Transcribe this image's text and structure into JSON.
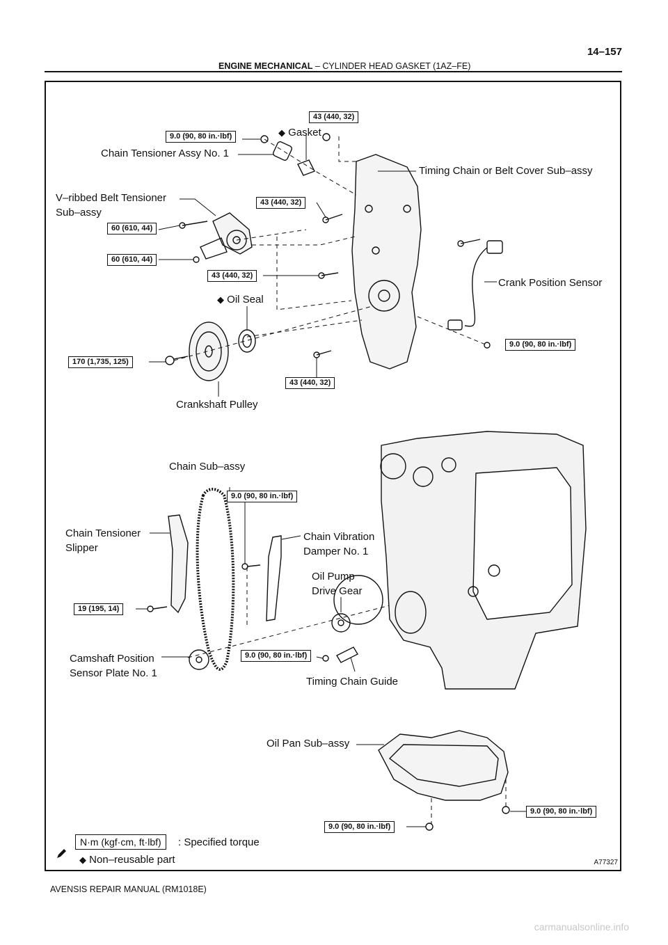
{
  "header": {
    "section": "ENGINE MECHANICAL",
    "separator": "–",
    "subsection": "CYLINDER HEAD GASKET (1AZ–FE)",
    "page_number": "14–157"
  },
  "footer": {
    "manual": "AVENSIS REPAIR MANUAL   (RM1018E)"
  },
  "watermark": "carmanualsonline.info",
  "figure_id": "A77327",
  "labels": {
    "chain_tensioner_assy": "Chain Tensioner Assy No. 1",
    "gasket": "Gasket",
    "timing_cover": "Timing Chain or Belt Cover Sub–assy",
    "vribbed_1": "V–ribbed Belt Tensioner",
    "vribbed_2": "Sub–assy",
    "crank_sensor": "Crank Position Sensor",
    "oil_seal": "Oil Seal",
    "crank_pulley": "Crankshaft Pulley",
    "chain_subassy": "Chain Sub–assy",
    "tensioner_slipper_1": "Chain Tensioner",
    "tensioner_slipper_2": "Slipper",
    "vibration_damper_1": "Chain Vibration",
    "vibration_damper_2": "Damper No. 1",
    "oil_pump_gear_1": "Oil Pump",
    "oil_pump_gear_2": "Drive Gear",
    "cam_plate_1": "Camshaft Position",
    "cam_plate_2": "Sensor Plate No. 1",
    "chain_guide": "Timing Chain Guide",
    "oil_pan": "Oil Pan Sub–assy"
  },
  "torques": {
    "t_gasket_top": "43 (440, 32)",
    "t_tensioner": "9.0 (90, 80 in.·lbf)",
    "t_cover_upper": "43 (440, 32)",
    "t_vribbed_upper": "60 (610, 44)",
    "t_vribbed_lower": "60 (610, 44)",
    "t_cover_mid": "43 (440, 32)",
    "t_crank_sensor": "9.0 (90, 80 in.·lbf)",
    "t_pulley": "170 (1,735, 125)",
    "t_cover_lower": "43 (440, 32)",
    "t_damper": "9.0 (90, 80 in.·lbf)",
    "t_slipper": "19 (195, 14)",
    "t_guide": "9.0 (90, 80 in.·lbf)",
    "t_oilpan_right": "9.0 (90, 80 in.·lbf)",
    "t_oilpan_bottom": "9.0 (90, 80 in.·lbf)"
  },
  "legend": {
    "torque_units": "N·m (kgf·cm, ft·lbf)",
    "torque_desc": ": Specified torque",
    "nonreusable": "Non–reusable part",
    "diamond_symbol": "◆"
  }
}
